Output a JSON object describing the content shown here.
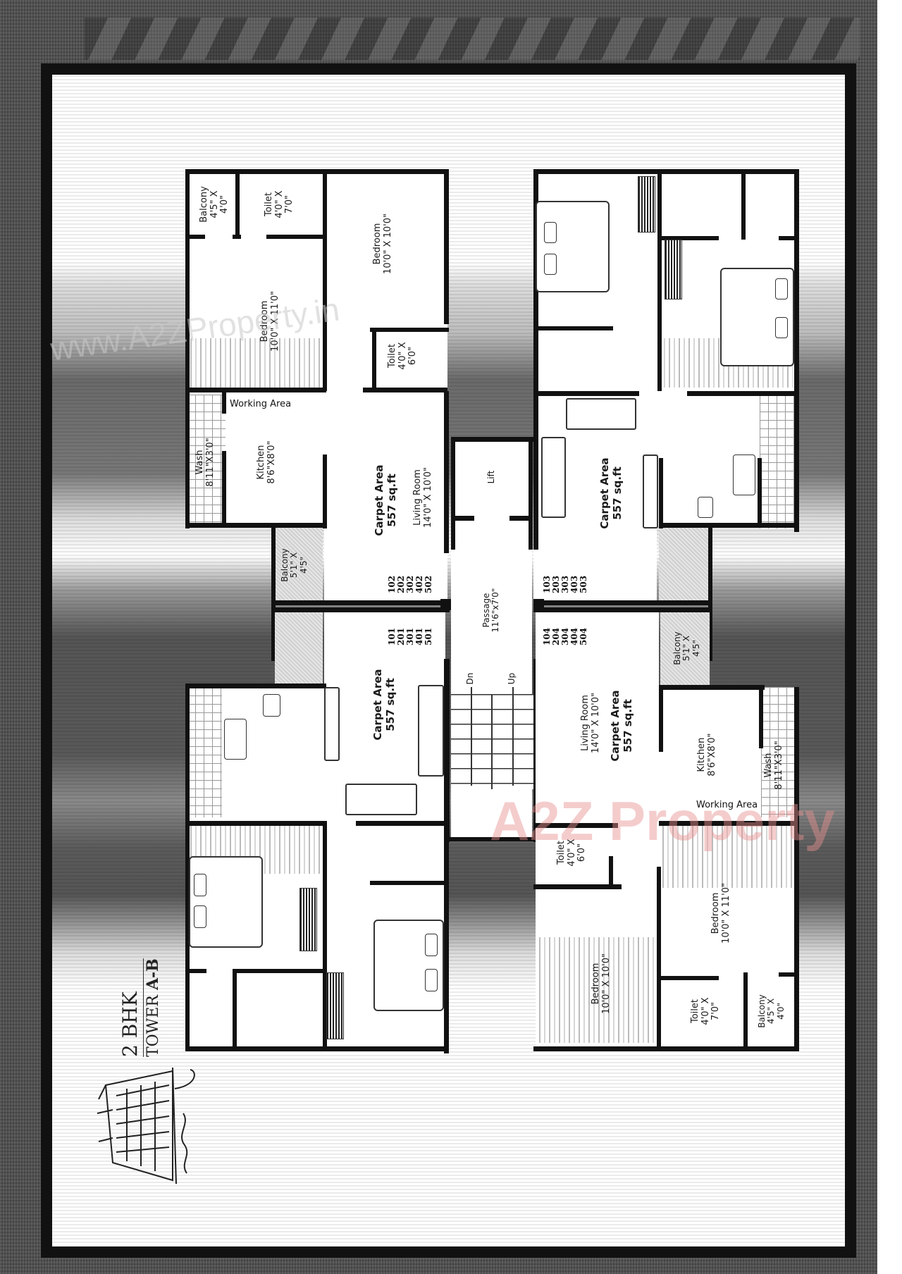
{
  "plan": {
    "title": "2 BHK",
    "subtitle_prefix": "TOWER",
    "subtitle_tower": "A-B",
    "watermark_top": "www.A2ZProperty.in",
    "watermark_bottom": "A2Z Property"
  },
  "core": {
    "lift": "Lift",
    "passage_name": "Passage",
    "passage_size": "11'6\"x7'0\"",
    "stairs_down": "Dn",
    "stairs_up": "Up"
  },
  "units": [
    {
      "position": "top-left",
      "numbers": [
        "102",
        "202",
        "302",
        "402",
        "502"
      ],
      "carpet_label": "Carpet Area",
      "carpet_value": "557 sq.ft",
      "rooms": [
        {
          "name": "Balcony",
          "size_a": "4'5\" X",
          "size_b": "4'0\""
        },
        {
          "name": "Toilet",
          "size_a": "4'0\" X",
          "size_b": "7'0\""
        },
        {
          "name": "Bedroom",
          "size_a": "10'0\" X 10'0\""
        },
        {
          "name": "Bedroom",
          "size_a": "10'0\" X 11'0\""
        },
        {
          "name": "Toilet",
          "size_a": "4'0\" X",
          "size_b": "6'0\""
        },
        {
          "name": "Working Area"
        },
        {
          "name": "Wash",
          "size_a": "8'11\"X3'0\""
        },
        {
          "name": "Kitchen",
          "size_a": "8'6\"X8'0\""
        },
        {
          "name": "Living Room",
          "size_a": "14'0\" X 10'0\""
        },
        {
          "name": "Balcony",
          "size_a": "5'1\" X",
          "size_b": "4'5\""
        }
      ]
    },
    {
      "position": "top-right",
      "numbers": [
        "103",
        "203",
        "303",
        "403",
        "503"
      ],
      "carpet_label": "Carpet Area",
      "carpet_value": "557 sq.ft"
    },
    {
      "position": "bottom-left",
      "numbers": [
        "101",
        "201",
        "301",
        "401",
        "501"
      ],
      "carpet_label": "Carpet Area",
      "carpet_value": "557 sq.ft"
    },
    {
      "position": "bottom-right",
      "numbers": [
        "104",
        "204",
        "304",
        "404",
        "504"
      ],
      "carpet_label": "Carpet Area",
      "carpet_value": "557 sq.ft",
      "rooms": [
        {
          "name": "Living Room",
          "size_a": "14'0\" X 10'0\""
        },
        {
          "name": "Balcony",
          "size_a": "5'1\" X",
          "size_b": "4'5\""
        },
        {
          "name": "Kitchen",
          "size_a": "8'6\"X8'0\""
        },
        {
          "name": "Wash",
          "size_a": "8'11\"X3'0\""
        },
        {
          "name": "Working Area"
        },
        {
          "name": "Toilet",
          "size_a": "4'0\" X",
          "size_b": "6'0\""
        },
        {
          "name": "Bedroom",
          "size_a": "10'0\" X 11'0\""
        },
        {
          "name": "Bedroom",
          "size_a": "10'0\" X 10'0\""
        },
        {
          "name": "Toilet",
          "size_a": "4'0\" X",
          "size_b": "7'0\""
        },
        {
          "name": "Balcony",
          "size_a": "4'5\" X",
          "size_b": "4'0\""
        }
      ]
    }
  ]
}
